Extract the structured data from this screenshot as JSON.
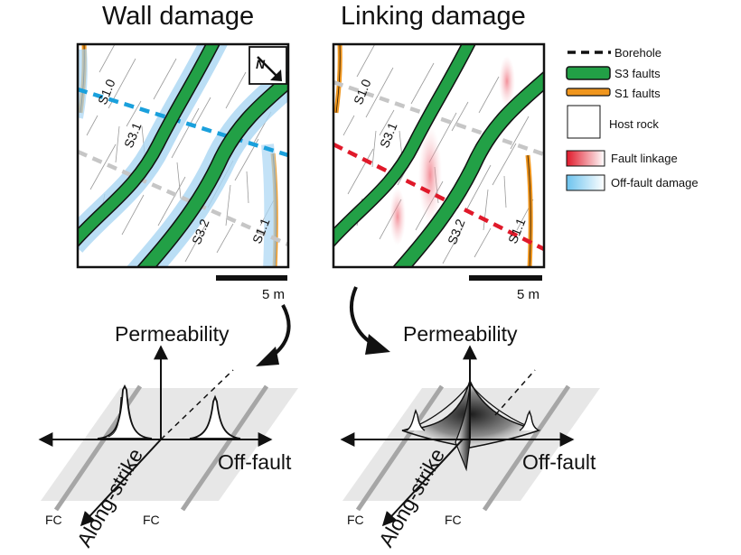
{
  "panels": {
    "wall": {
      "title": "Wall damage"
    },
    "linking": {
      "title": "Linking damage"
    }
  },
  "fault_labels": {
    "s1_0": "S1.0",
    "s3_1": "S3.1",
    "s3_2": "S3.2",
    "s1_1": "S1.1"
  },
  "north_label": "N",
  "scale_bar": "5 m",
  "legend": {
    "items": [
      {
        "label": "Borehole",
        "symbol": "dashed-line"
      },
      {
        "label": "S3 faults",
        "symbol": "green-band"
      },
      {
        "label": "S1 faults",
        "symbol": "orange-band"
      },
      {
        "label": "Host rock",
        "symbol": "white-box"
      },
      {
        "label": "Fault linkage",
        "symbol": "red-gradient"
      },
      {
        "label": "Off-fault damage",
        "symbol": "blue-gradient"
      }
    ]
  },
  "plots": {
    "y_axis": "Permeability",
    "x_axis": "Off-fault",
    "z_axis": "Along-strike",
    "fc_label": "FC"
  },
  "colors": {
    "s3_fault": "#22a046",
    "s1_fault": "#f0961e",
    "damage_blue": "#a9d6f3",
    "borehole_blue": "#1aa0dc",
    "borehole_red": "#e0192a",
    "borehole_grey": "#c6c6c6",
    "linkage_red": "#f29aa2",
    "plane_grey": "#e4e4e4"
  }
}
